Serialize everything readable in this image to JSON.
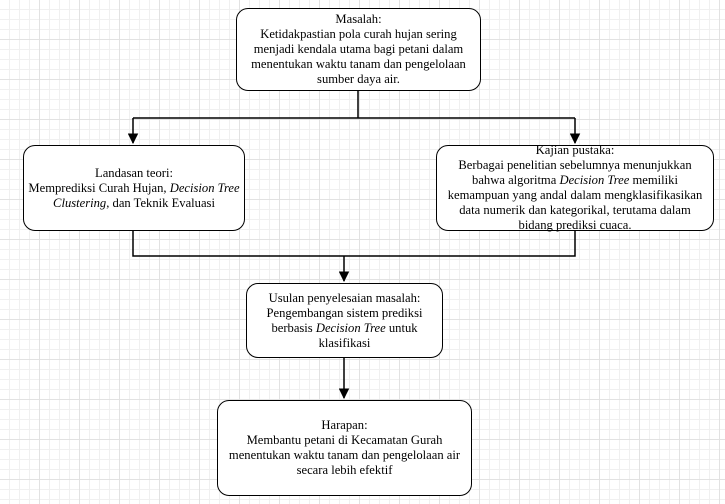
{
  "nodes": {
    "masalah": {
      "title": "Masalah:",
      "body": "Ketidakpastian pola curah hujan sering menjadi kendala utama bagi petani dalam menentukan waktu tanam dan pengelolaan sumber daya air."
    },
    "landasan": {
      "title": "Landasan teori:",
      "body_a": "Memprediksi Curah Hujan, ",
      "body_b": "Decision Tree Clustering",
      "body_c": ", dan Teknik Evaluasi"
    },
    "kajian": {
      "title": "Kajian pustaka:",
      "body_a": "Berbagai penelitian sebelumnya menunjukkan bahwa algoritma ",
      "body_b": "Decision Tree",
      "body_c": " memiliki kemampuan yang andal dalam mengklasifikasikan data numerik dan kategorikal, terutama dalam bidang prediksi cuaca."
    },
    "usulan": {
      "title": "Usulan penyelesaian masalah:",
      "body_a": "Pengembangan sistem prediksi berbasis ",
      "body_b": "Decision Tree",
      "body_c": " untuk klasifikasi"
    },
    "harapan": {
      "title": "Harapan:",
      "body": "Membantu petani di Kecamatan Gurah menentukan waktu tanam dan pengelolaan air secara lebih efektif"
    }
  }
}
